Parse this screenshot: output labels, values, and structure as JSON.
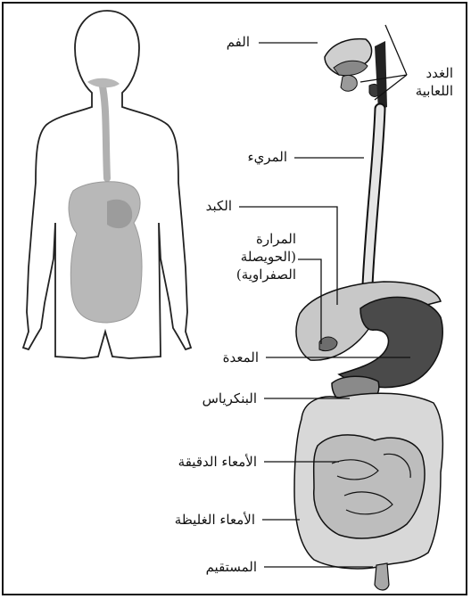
{
  "labels": {
    "mouth": "الفم",
    "salivary_glands": "الغدد اللعابية",
    "esophagus": "المريء",
    "liver": "الكبد",
    "gallbladder": "المرارة (الحويصلة الصفراوية)",
    "stomach": "المعدة",
    "pancreas": "البنكرياس",
    "small_intestine": "الأمعاء الدقيقة",
    "large_intestine": "الأمعاء الغليظة",
    "rectum": "المستقيم"
  }
}
